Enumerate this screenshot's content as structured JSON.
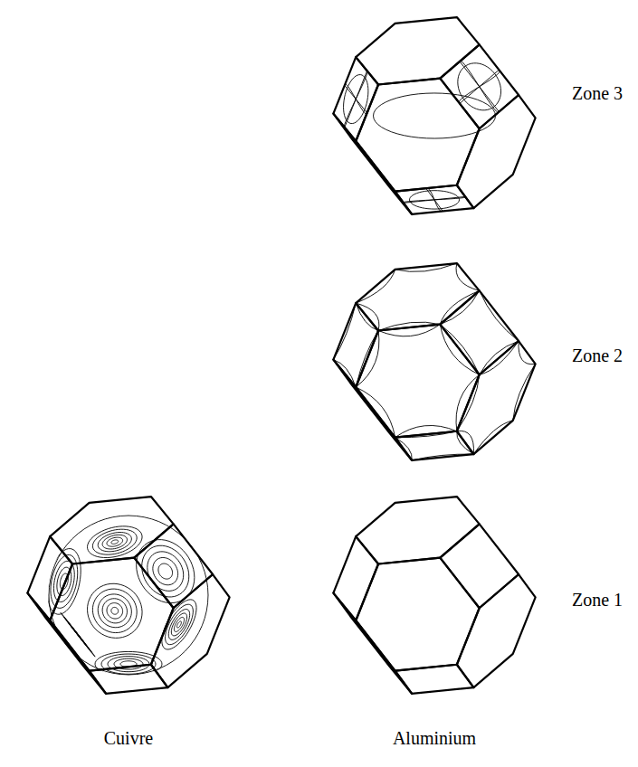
{
  "diagram": {
    "labels": [
      "Zone 3",
      "Zone 2",
      "Zone 1",
      "Cuivre",
      "Aluminium"
    ]
  }
}
